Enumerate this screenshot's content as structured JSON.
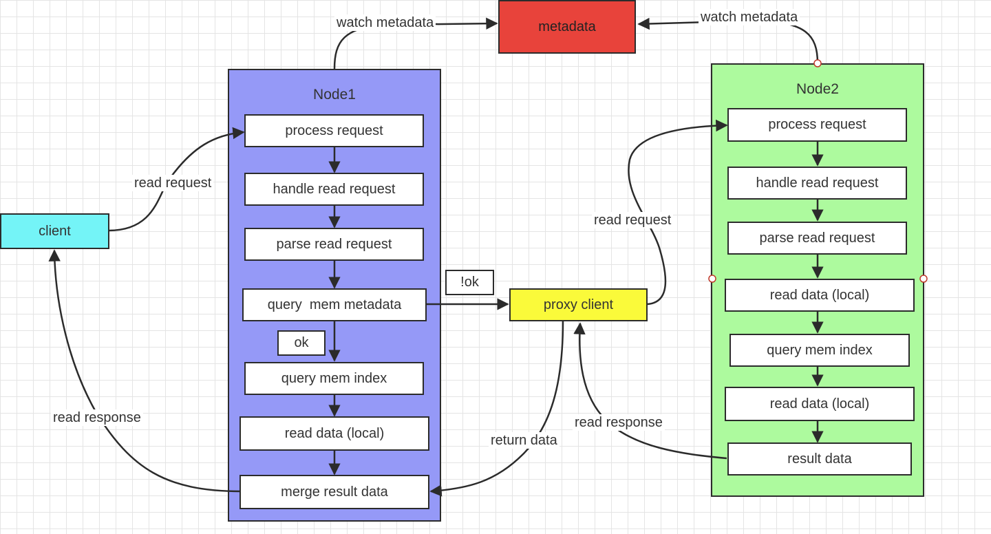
{
  "nodes": {
    "node1": {
      "title": "Node1"
    },
    "node2": {
      "title": "Node2"
    }
  },
  "boxes": {
    "metadata": "metadata",
    "client": "client",
    "proxy_client": "proxy client",
    "n1_process_request": "process request",
    "n1_handle_read_request": "handle read request",
    "n1_parse_read_request": "parse read request",
    "n1_query_mem_metadata": "query  mem metadata",
    "n1_query_mem_index": "query mem index",
    "n1_read_data_local": "read data (local)",
    "n1_merge_result_data": "merge result data",
    "n2_process_request": "process request",
    "n2_handle_read_request": "handle read request",
    "n2_parse_read_request": "parse read request",
    "n2_read_data_local_1": "read data (local)",
    "n2_query_mem_index": "query mem index",
    "n2_read_data_local_2": "read data (local)",
    "n2_result_data": "result data",
    "ok": "ok",
    "not_ok": "!ok"
  },
  "edge_labels": {
    "watch_metadata_left": "watch metadata",
    "watch_metadata_right": "watch metadata",
    "client_read_request": "read request",
    "client_read_response": "read response",
    "proxy_read_request": "read request",
    "proxy_read_response": "read response",
    "return_data": "return data"
  },
  "colors": {
    "node1": "#9599f7",
    "node2": "#adfa9e",
    "metadata": "#e8433b",
    "client": "#74f4f7",
    "proxy_client": "#fafa3a"
  }
}
